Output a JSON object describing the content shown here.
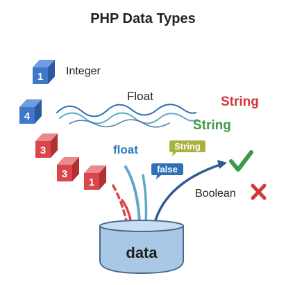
{
  "title": "PHP Data Types",
  "labels": {
    "integer": "Integer",
    "float_top": "Float",
    "string_red": "String",
    "string_green": "String",
    "float_blue": "float",
    "string_tag": "String",
    "false_tag": "false",
    "boolean": "Boolean",
    "container": "data"
  },
  "cubes": [
    {
      "digit": "1",
      "color": "blue"
    },
    {
      "digit": "4",
      "color": "blue"
    },
    {
      "digit": "3",
      "color": "red"
    },
    {
      "digit": "3",
      "color": "red"
    },
    {
      "digit": "1",
      "color": "red"
    }
  ],
  "icons": {
    "check": "checkmark-icon",
    "cross": "cross-icon"
  },
  "colors": {
    "blue_cube": "#3f77c9",
    "red_cube": "#d9474a",
    "string_red": "#d2373c",
    "string_green": "#3f9a45",
    "float_blue": "#2f7bc0",
    "tag_olive": "#a8b23c",
    "tag_blue": "#2f6fb6",
    "check_green": "#3a9a45",
    "cross_red": "#d2373c",
    "container_fill": "#a9c8e6",
    "container_stroke": "#476b8e"
  }
}
